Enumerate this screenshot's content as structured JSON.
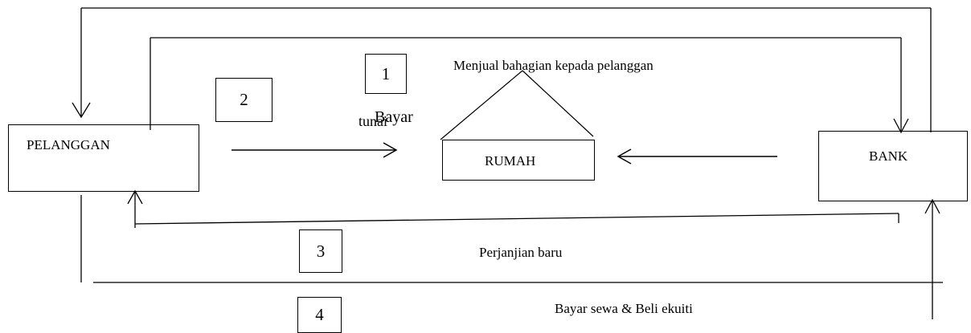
{
  "nodes": {
    "pelanggan": "PELANGGAN",
    "rumah": "RUMAH",
    "bank": "BANK"
  },
  "steps": {
    "one": "1",
    "two": "2",
    "three": "3",
    "four": "4"
  },
  "labels": {
    "menjual": "Menjual bahagian kepada pelanggan",
    "bayar": "Bayar",
    "tunai": "tunai",
    "perjanjian": "Perjanjian baru",
    "bayar_sewa": "Bayar sewa & Beli ekuiti"
  }
}
